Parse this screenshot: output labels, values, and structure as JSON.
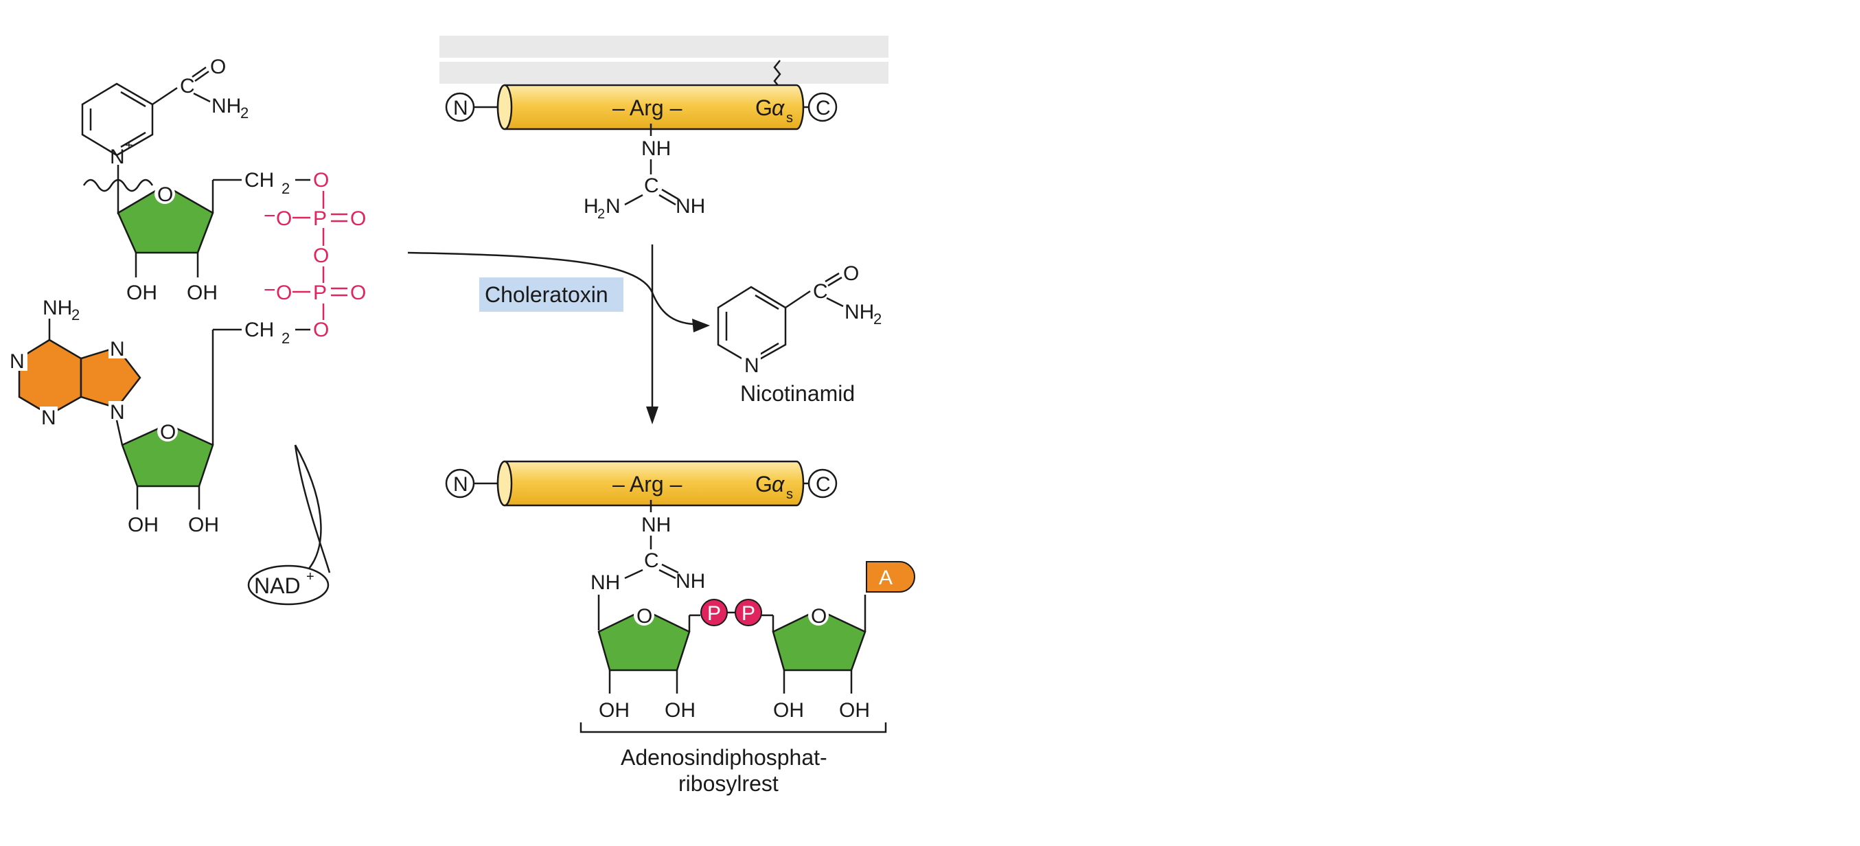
{
  "nad": {
    "label": "NAD",
    "charge": "+",
    "carboxamide_c": "C",
    "carboxamide_o": "O",
    "carboxamide_n": "NH",
    "sub2": "2",
    "ring_n": "N",
    "ring_charge": "+",
    "ring_o": "O",
    "oh": "OH",
    "ch2": "CH",
    "phosphate_o": "O",
    "phosphate_p": "P",
    "minus": "−",
    "adenine_nh2": "NH",
    "adenine_n": "N"
  },
  "protein": {
    "n_term": "N",
    "c_term": "C",
    "arg": "– Arg –",
    "g": "G",
    "alpha": "α",
    "s": "s",
    "nh": "NH",
    "c": "C",
    "h2n": "H",
    "two": "2",
    "n": "N",
    "nh_double": "NH"
  },
  "enzyme": {
    "label": "Choleratoxin"
  },
  "product": {
    "label": "Nicotinamid",
    "c": "C",
    "o": "O",
    "nh2": "NH",
    "two": "2",
    "n": "N"
  },
  "adp": {
    "nh": "NH",
    "c": "C",
    "nh2": "NH",
    "o": "O",
    "p": "P",
    "a": "A",
    "oh": "OH",
    "label_line1": "Adenosindiphosphat-",
    "label_line2": "ribosylrest"
  },
  "colors": {
    "sugar": "#5aaf3c",
    "adenine": "#ef8a22",
    "phosphate": "#e0245e",
    "cylinder_top": "#fbe4a0",
    "cylinder_mid": "#f5c84a",
    "membrane": "#e9e9e9",
    "enzyme_box": "#c5d9f1"
  }
}
